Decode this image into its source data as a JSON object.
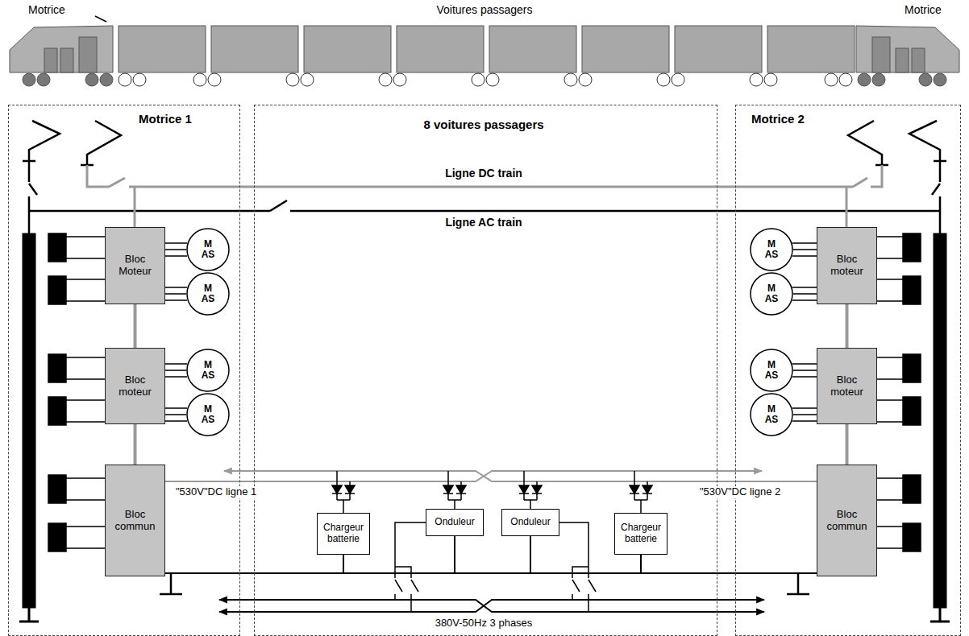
{
  "diagram": {
    "nodes": [
      {
        "text": [
          "Motrice 1"
        ]
      },
      {
        "text": [
          "8 voitures passagers"
        ]
      },
      {
        "text": [
          "Motrice 2"
        ]
      },
      {
        "text": [
          "Bloc Moteur"
        ],
        "in": 0
      },
      {
        "text": [
          "M AS"
        ],
        "in": 0
      },
      {
        "text": [
          "M AS"
        ],
        "in": 0
      },
      {
        "text": [
          "Bloc moteur"
        ],
        "in": 0
      },
      {
        "text": [
          "M AS"
        ],
        "in": 0
      },
      {
        "text": [
          "M AS"
        ],
        "in": 0
      },
      {
        "text": [
          "Bloc commun"
        ],
        "in": 0
      },
      {
        "text": [
          "Chargeur batterie"
        ],
        "in": 1
      },
      {
        "text": [
          "Onduleur"
        ],
        "in": 1
      },
      {
        "text": [
          "Onduleur"
        ],
        "in": 1
      },
      {
        "text": [
          "Chargeur batterie"
        ],
        "in": 1
      },
      {
        "text": [
          "M AS"
        ],
        "in": 2
      },
      {
        "text": [
          "Bloc moteur"
        ],
        "in": 2
      },
      {
        "text": [
          "M AS"
        ],
        "in": 2
      },
      {
        "text": [
          "M AS"
        ],
        "in": 2
      },
      {
        "text": [
          "Bloc moteur"
        ],
        "in": 2
      },
      {
        "text": [
          "M AS"
        ],
        "in": 2
      },
      {
        "text": [
          "Bloc commun"
        ],
        "in": 2
      }
    ],
    "edges": [
      {
        "from": 3,
        "to": 4,
        "arrow": "none"
      },
      {
        "from": 3,
        "to": 5,
        "arrow": "none"
      },
      {
        "from": 6,
        "to": 7,
        "arrow": "none"
      },
      {
        "from": 6,
        "to": 8,
        "arrow": "none"
      },
      {
        "from": 3,
        "to": 6,
        "arrow": "none"
      },
      {
        "from": 6,
        "to": 9,
        "arrow": "none"
      },
      {
        "from": 15,
        "to": 14,
        "arrow": "none"
      },
      {
        "from": 15,
        "to": 16,
        "arrow": "none"
      },
      {
        "from": 18,
        "to": 17,
        "arrow": "none"
      },
      {
        "from": 18,
        "to": 19,
        "arrow": "none"
      },
      {
        "from": 15,
        "to": 18,
        "arrow": "none"
      },
      {
        "from": 18,
        "to": 20,
        "arrow": "none"
      }
    ],
    "labels": [
      "Motrice",
      "Voitures passagers",
      "Motrice",
      "Ligne DC train",
      "Ligne AC train",
      "\"530V\"DC ligne 1",
      "\"530V\"DC ligne 2",
      "380V-50Hz 3 phases"
    ]
  }
}
